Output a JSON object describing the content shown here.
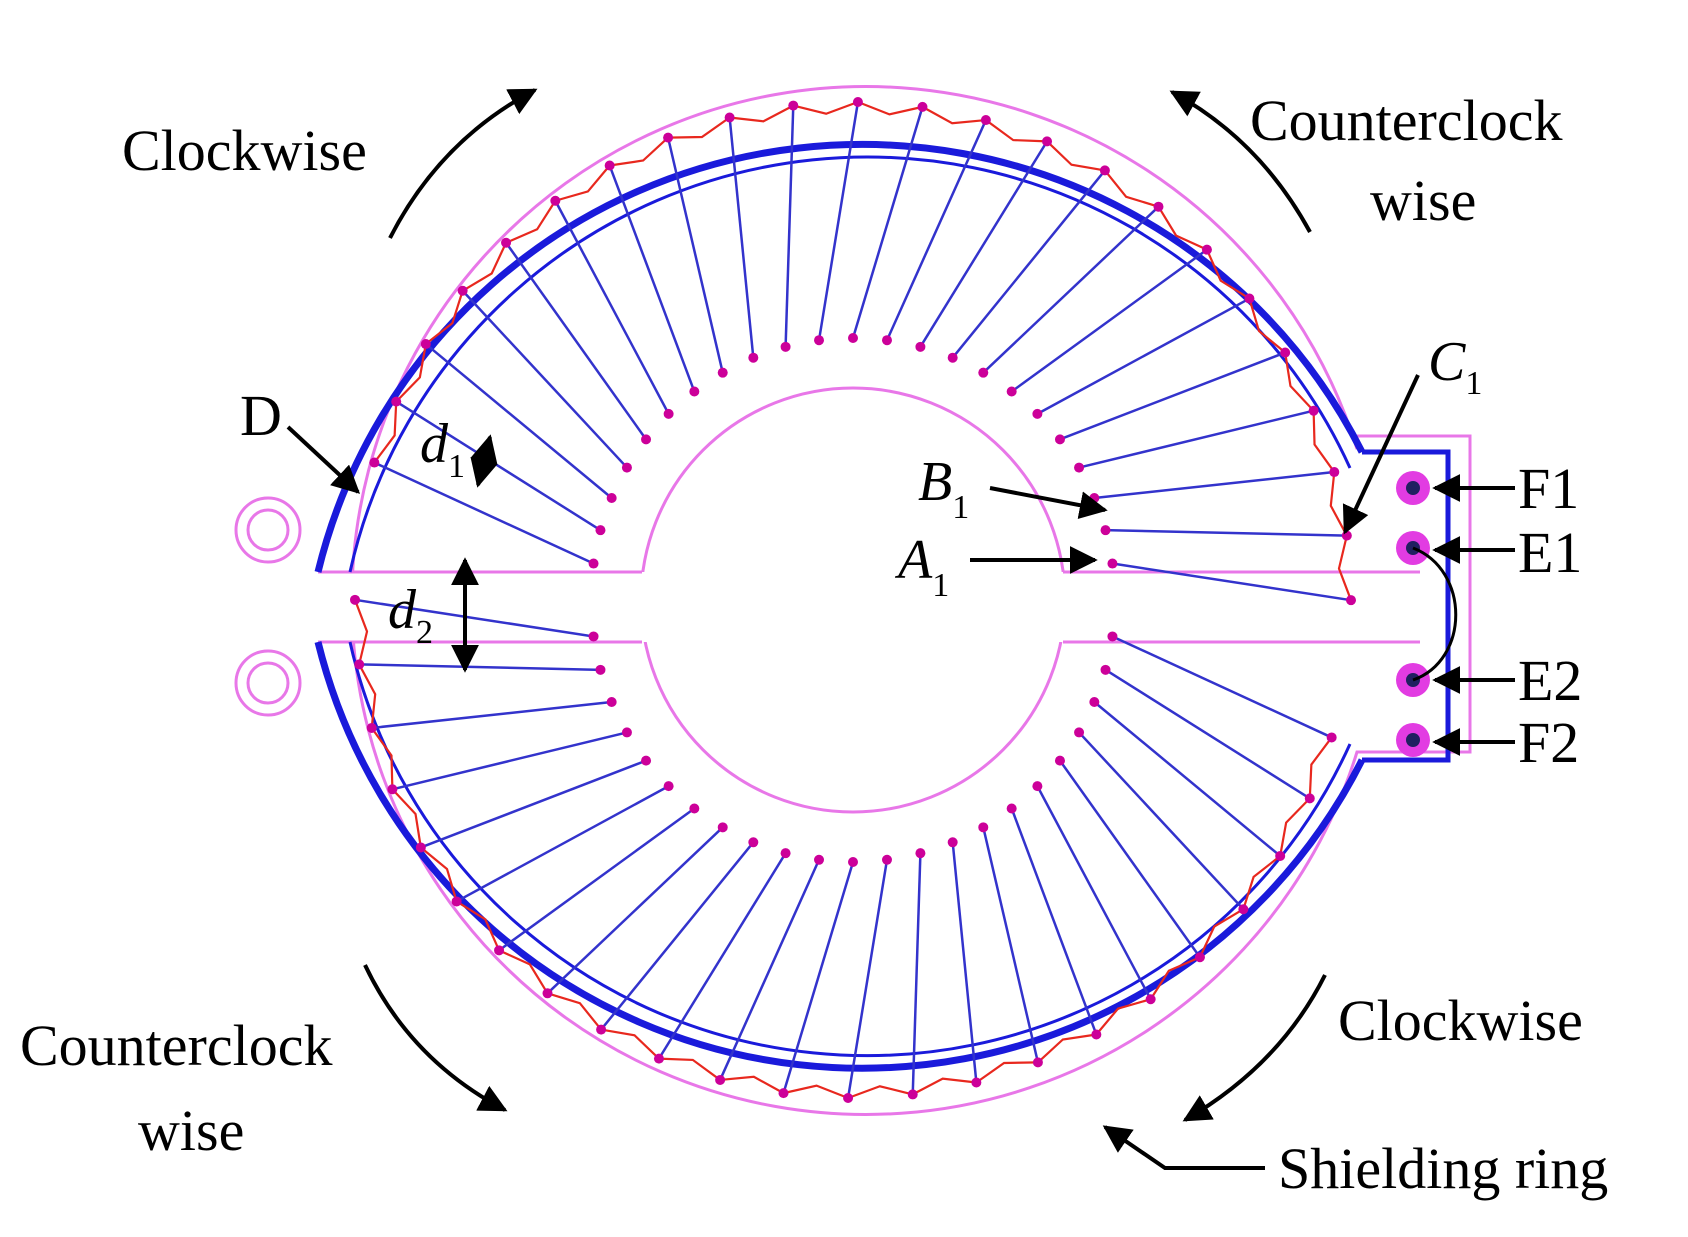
{
  "labels": {
    "clockwise_top": "Clockwise",
    "counterclockwise_top_line1": "Counterclock",
    "counterclockwise_top_line2": "wise",
    "clockwise_bottom": "Clockwise",
    "counterclockwise_bottom_line1": "Counterclock",
    "counterclockwise_bottom_line2": "wise",
    "shielding_ring": "Shielding ring",
    "D": "D",
    "d1_main": "d",
    "d1_sub": "1",
    "d2_main": "d",
    "d2_sub": "2",
    "A1_main": "A",
    "A1_sub": "1",
    "B1_main": "B",
    "B1_sub": "1",
    "C1_main": "C",
    "C1_sub": "1",
    "F1": "F1",
    "E1": "E1",
    "E2": "E2",
    "F2": "F2"
  },
  "colors": {
    "shield": "#1a1adb",
    "outline": "#e877e8",
    "trace_top": "#3333cc",
    "trace_bottom": "#e8281e",
    "via": "#cc0099",
    "pad_ring": "#e23ce2",
    "pad_core": "#202060",
    "arrow": "#000000"
  },
  "coil": {
    "turns_per_half": 23
  }
}
